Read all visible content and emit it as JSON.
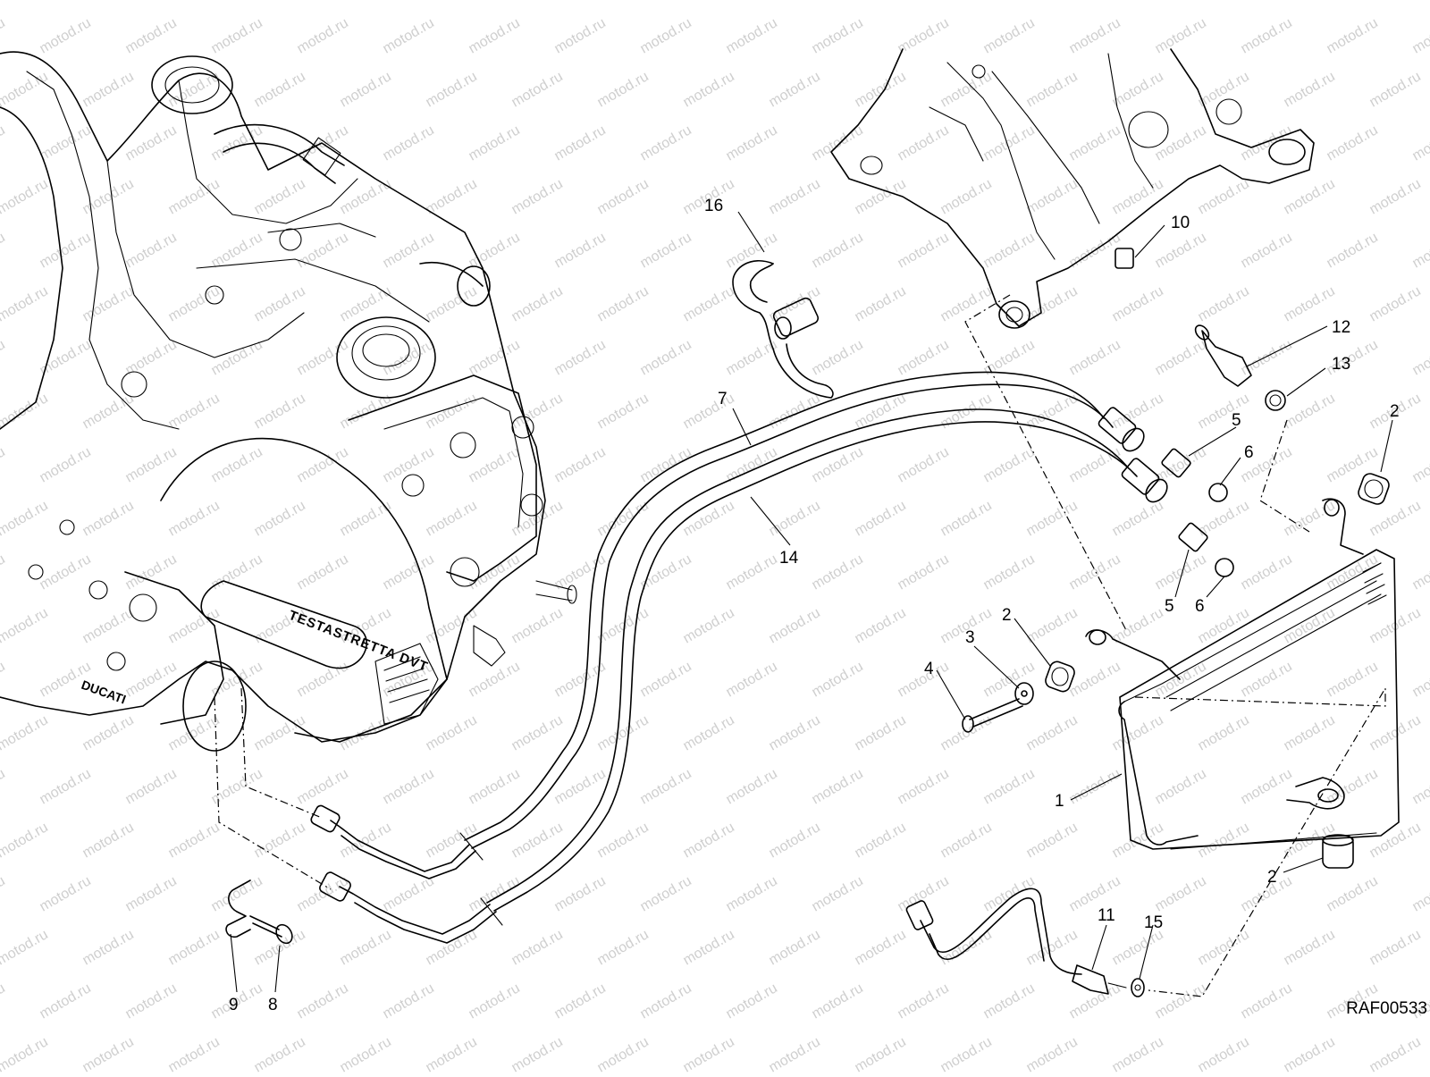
{
  "watermark": "motod.ru",
  "drawing_code": "RAF00533",
  "engine_marking": "TESTASTRETTA DVT",
  "brand_marking": "DUCATI",
  "callouts": {
    "c1": "1",
    "c2a": "2",
    "c2b": "2",
    "c2c": "2",
    "c3": "3",
    "c4": "4",
    "c5a": "5",
    "c5b": "5",
    "c6a": "6",
    "c6b": "6",
    "c7": "7",
    "c8": "8",
    "c9": "9",
    "c10": "10",
    "c11": "11",
    "c12": "12",
    "c13": "13",
    "c14": "14",
    "c15": "15",
    "c16": "16"
  }
}
